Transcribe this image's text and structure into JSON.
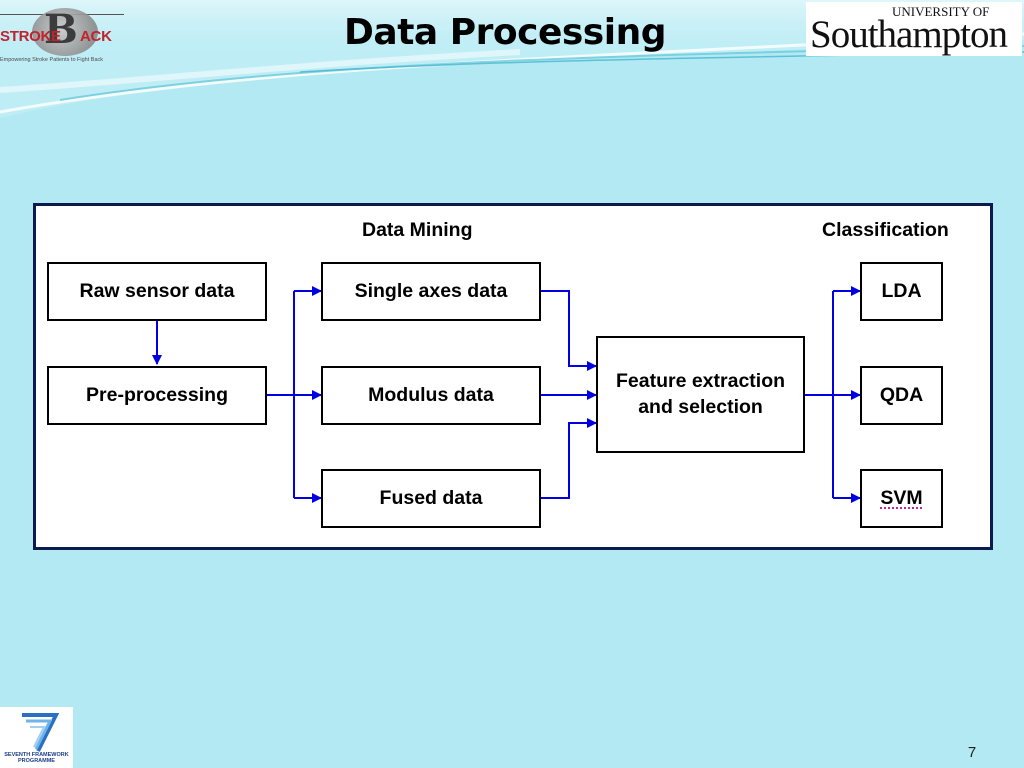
{
  "slide": {
    "title": "Data Processing",
    "page_number": "7"
  },
  "logos": {
    "strokeback": {
      "word_left": "STRO",
      "word_mid": "KE",
      "letter_b": "B",
      "word_right": "ACK",
      "tagline": "Empowering Stroke Patients to Fight Back"
    },
    "southampton": {
      "top_line": "UNIVERSITY OF",
      "name": "Southampton"
    },
    "fp7": {
      "numeral": "7",
      "line1": "SEVENTH FRAMEWORK",
      "line2": "PROGRAMME"
    }
  },
  "diagram": {
    "header_mining": "Data Mining",
    "header_classification": "Classification",
    "raw": "Raw sensor data",
    "pre": "Pre-processing",
    "single": "Single axes data",
    "modulus": "Modulus data",
    "fused": "Fused data",
    "feature": "Feature extraction and selection",
    "lda": "LDA",
    "qda": "QDA",
    "svm": "SVM",
    "arrow_color": "#0000e0"
  }
}
